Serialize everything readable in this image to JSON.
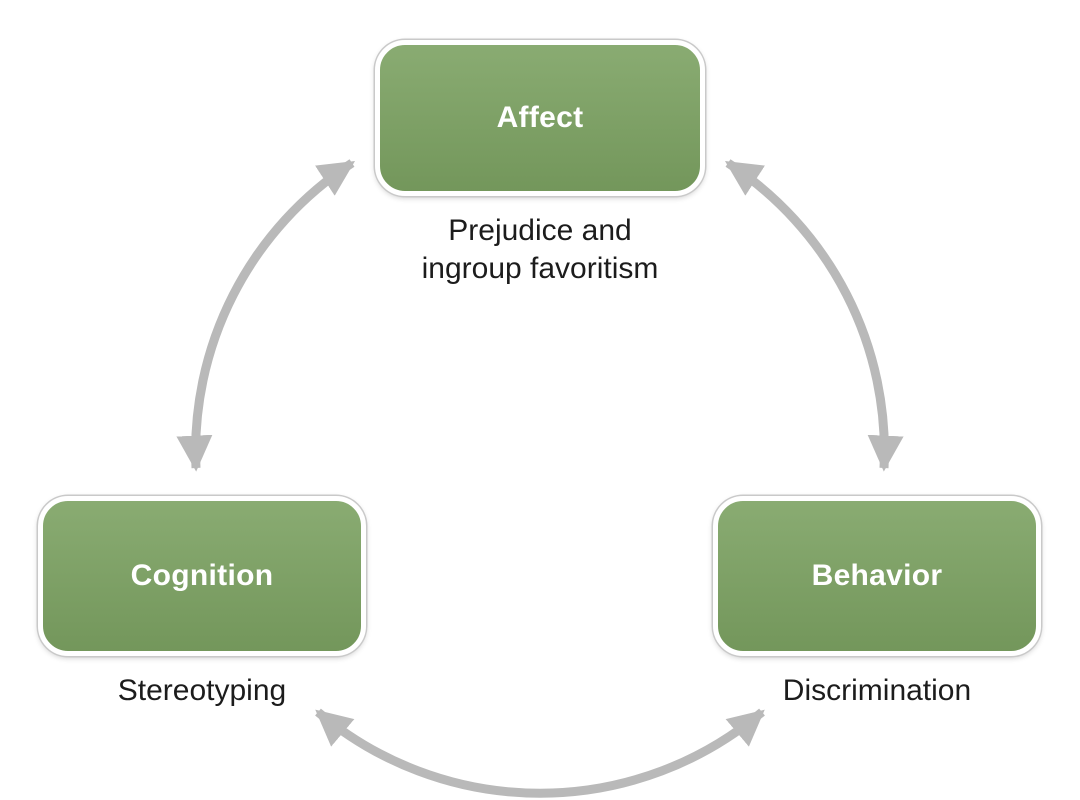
{
  "diagram": {
    "type": "cycle",
    "nodes": [
      {
        "id": "affect",
        "label": "Affect",
        "sublabel": "Prejudice and ingroup favoritism"
      },
      {
        "id": "cognition",
        "label": "Cognition",
        "sublabel": "Stereotyping"
      },
      {
        "id": "behavior",
        "label": "Behavior",
        "sublabel": "Discrimination"
      }
    ],
    "edges": [
      {
        "from": "cognition",
        "to": "affect",
        "bidirectional": true
      },
      {
        "from": "affect",
        "to": "behavior",
        "bidirectional": true
      },
      {
        "from": "behavior",
        "to": "cognition",
        "bidirectional": true
      }
    ],
    "colors": {
      "background": "#ffffff",
      "node_fill": "#7CA262",
      "node_border": "#ffffff",
      "node_text": "#ffffff",
      "sublabel_text": "#1c1c1c",
      "arrow": "#b9b9b9"
    }
  }
}
